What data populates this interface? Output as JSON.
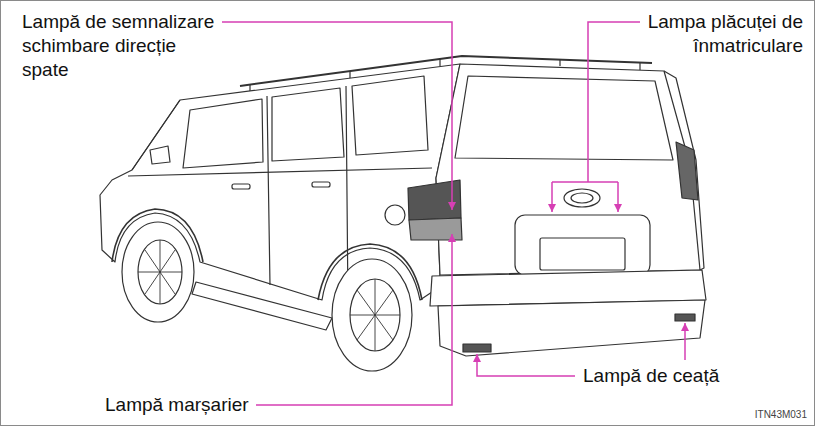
{
  "diagram": {
    "labels": [
      "Lampă de semnalizare schimbare direcție spate",
      "Lampa plăcuței de înmatriculare",
      "Lampă marșarier",
      "Lampă de ceață",
      "ITN43M031"
    ]
  }
}
